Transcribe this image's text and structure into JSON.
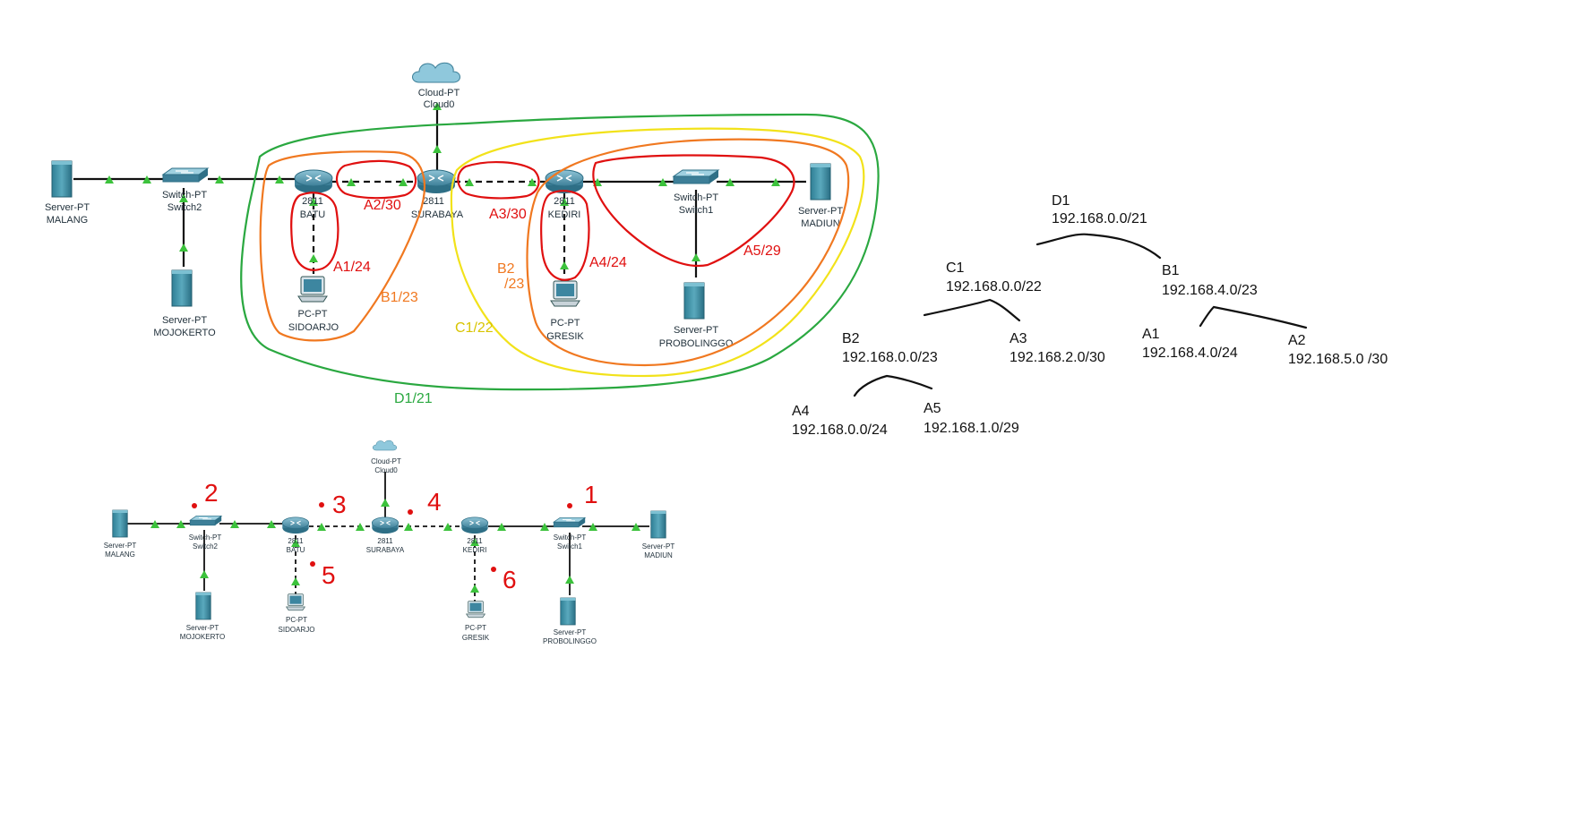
{
  "top_diagram": {
    "devices": {
      "cloud_type": "Cloud-PT",
      "cloud_name": "Cloud0",
      "malang_type": "Server-PT",
      "malang_name": "MALANG",
      "switch2_type": "Switch-PT",
      "switch2_name": "Switch2",
      "mojokerto_type": "Server-PT",
      "mojokerto_name": "MOJOKERTO",
      "batu_model": "2811",
      "batu_name": "BATU",
      "surabaya_model": "2811",
      "surabaya_name": "SURABAYA",
      "kediri_model": "2811",
      "kediri_name": "KEDIRI",
      "switch1_type": "Switch-PT",
      "switch1_name": "Switch1",
      "madiun_type": "Server-PT",
      "madiun_name": "MADIUN",
      "sidoarjo_type": "PC-PT",
      "sidoarjo_name": "SIDOARJO",
      "gresik_type": "PC-PT",
      "gresik_name": "GRESIK",
      "probolinggo_type": "Server-PT",
      "probolinggo_name": "PROBOLINGGO"
    },
    "annotations": {
      "a1": "A1/24",
      "a2": "A2/30",
      "a3": "A3/30",
      "a4": "A4/24",
      "a5": "A5/29",
      "b1": "B1/23",
      "b2_line1": "B2",
      "b2_line2": "/23",
      "c1": "C1/22",
      "d1": "D1/21"
    }
  },
  "bottom_diagram": {
    "devices": {
      "cloud_type": "Cloud-PT",
      "cloud_name": "Cloud0",
      "malang_type": "Server-PT",
      "malang_name": "MALANG",
      "switch2_type": "Switch-PT",
      "switch2_name": "Switch2",
      "mojokerto_type": "Server-PT",
      "mojokerto_name": "MOJOKERTO",
      "batu_model": "2811",
      "batu_name": "BATU",
      "surabaya_model": "2811",
      "surabaya_name": "SURABAYA",
      "kediri_model": "2811",
      "kediri_name": "KEDIRI",
      "switch1_type": "Switch-PT",
      "switch1_name": "Switch1",
      "madiun_type": "Server-PT",
      "madiun_name": "MADIUN",
      "sidoarjo_type": "PC-PT",
      "sidoarjo_name": "SIDOARJO",
      "gresik_type": "PC-PT",
      "gresik_name": "GRESIK",
      "probolinggo_type": "Server-PT",
      "probolinggo_name": "PROBOLINGGO"
    },
    "numbers": {
      "n1": "1",
      "n2": "2",
      "n3": "3",
      "n4": "4",
      "n5": "5",
      "n6": "6"
    }
  },
  "subnet_tree": {
    "d1_name": "D1",
    "d1_net": "192.168.0.0/21",
    "c1_name": "C1",
    "c1_net": "192.168.0.0/22",
    "b1_name": "B1",
    "b1_net": "192.168.4.0/23",
    "b2_name": "B2",
    "b2_net": "192.168.0.0/23",
    "a3_name": "A3",
    "a3_net": "192.168.2.0/30",
    "a1_name": "A1",
    "a1_net": "192.168.4.0/24",
    "a2_name": "A2",
    "a2_net": "192.168.5.0 /30",
    "a4_name": "A4",
    "a4_net": "192.168.0.0/24",
    "a5_name": "A5",
    "a5_net": "192.168.1.0/29"
  },
  "colors": {
    "red": "#e01010",
    "orange": "#f07820",
    "yellow": "#f2e21a",
    "green": "#2aa840",
    "link_arrow": "#3cc23c",
    "device": "#3b8fa8"
  }
}
